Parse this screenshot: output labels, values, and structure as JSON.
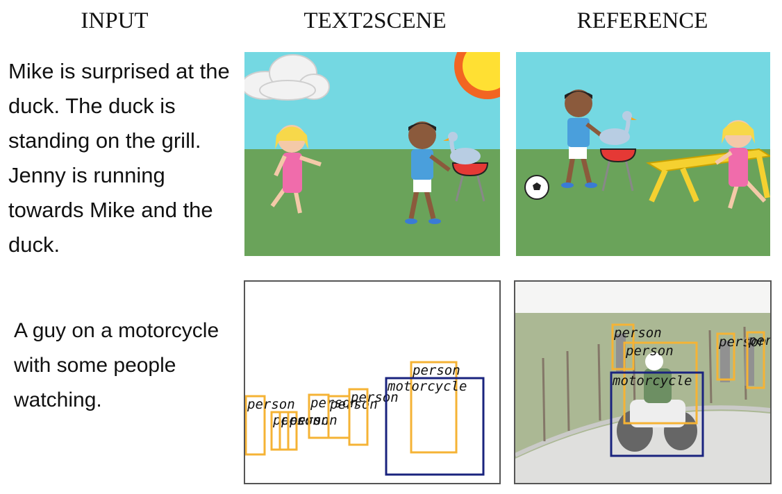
{
  "headers": {
    "input": "INPUT",
    "text2scene": "TEXT2SCENE",
    "reference": "REFERENCE"
  },
  "rows": [
    {
      "input_text": "Mike is surprised at the duck. The duck is standing on the grill. Jenny is running towards Mike and the duck."
    },
    {
      "input_text": "A guy on a motorcycle with some people watching."
    }
  ],
  "layouts": {
    "text2scene": [
      {
        "label": "person",
        "color": "#f5b335"
      },
      {
        "label": "person",
        "color": "#f5b335"
      },
      {
        "label": "person",
        "color": "#f5b335"
      },
      {
        "label": "person",
        "color": "#f5b335"
      },
      {
        "label": "person",
        "color": "#f5b335"
      },
      {
        "label": "person",
        "color": "#f5b335"
      },
      {
        "label": "person",
        "color": "#f5b335"
      },
      {
        "label": "person",
        "color": "#f5b335"
      },
      {
        "label": "motorcycle",
        "color": "#1a237e"
      }
    ],
    "reference": [
      {
        "label": "person",
        "color": "#f5b335"
      },
      {
        "label": "person",
        "color": "#f5b335"
      },
      {
        "label": "person",
        "color": "#f5b335"
      },
      {
        "label": "person",
        "color": "#f5b335"
      },
      {
        "label": "motorcycle",
        "color": "#1a237e"
      }
    ]
  },
  "colors": {
    "sky": "#74d8e2",
    "grass": "#6aa35a",
    "person_box": "#f5b335",
    "motorcycle_box": "#1a237e"
  }
}
